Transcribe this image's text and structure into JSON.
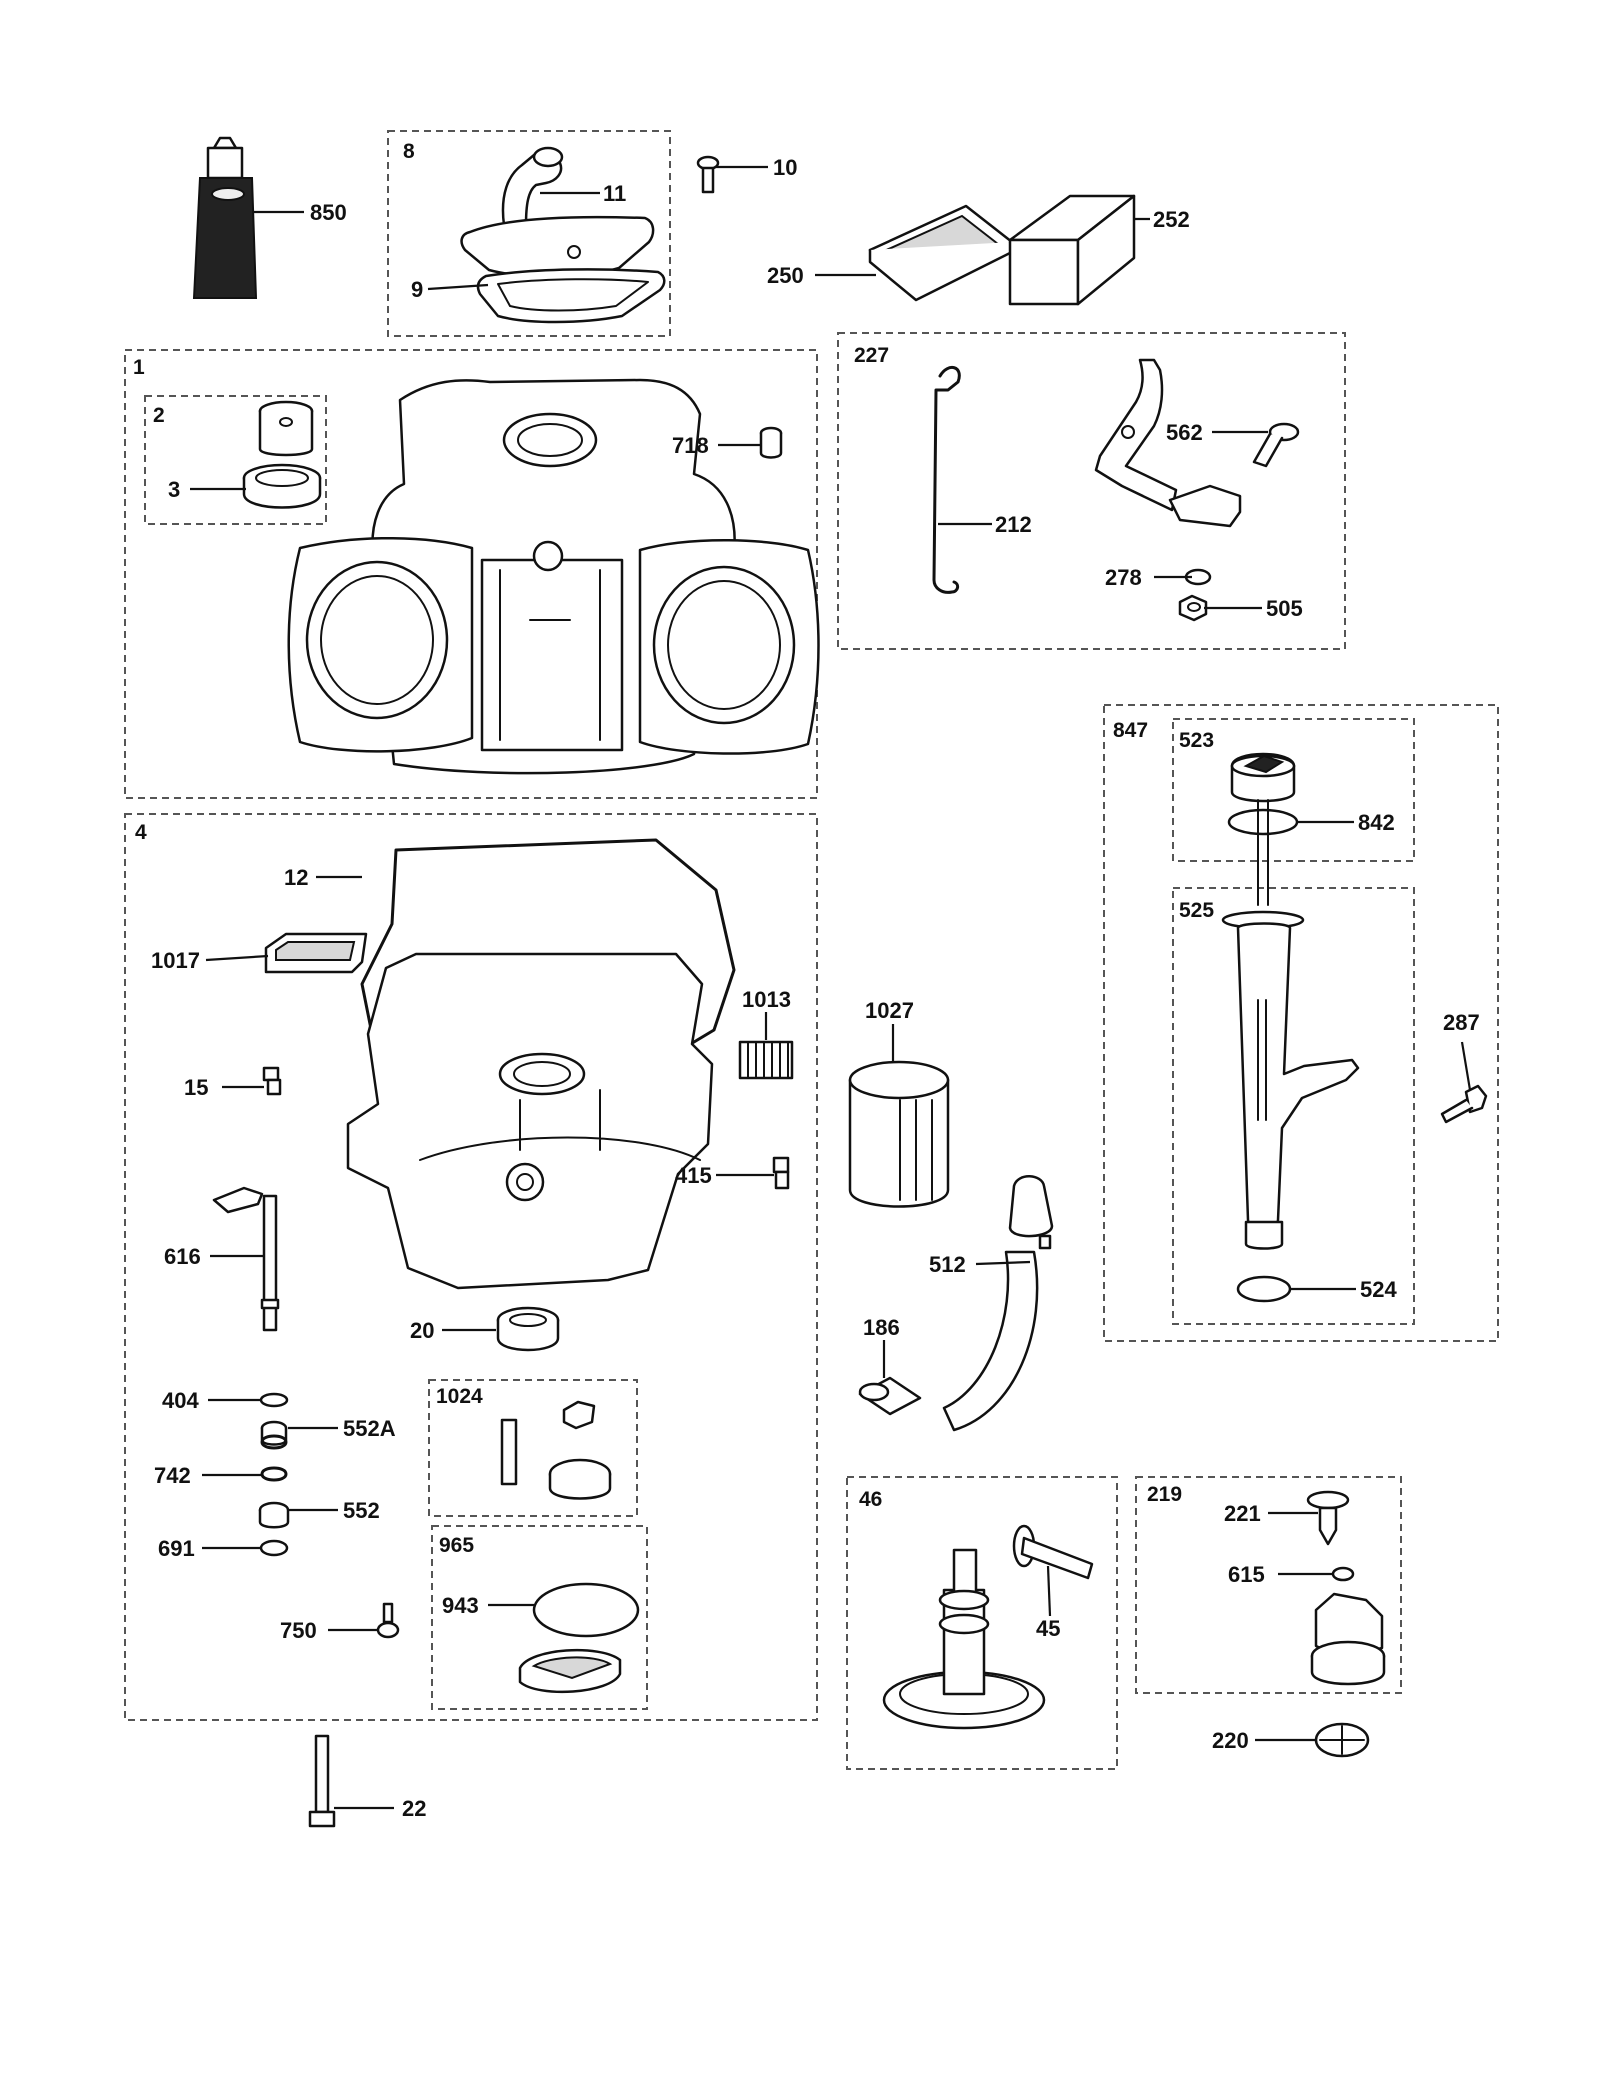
{
  "groups": {
    "g1": "1",
    "g2": "2",
    "g4": "4",
    "g8": "8",
    "g46": "46",
    "g219": "219",
    "g227": "227",
    "g523": "523",
    "g525": "525",
    "g847": "847",
    "g965": "965",
    "g1024": "1024"
  },
  "parts": {
    "p3": "3",
    "p9": "9",
    "p10": "10",
    "p11": "11",
    "p12": "12",
    "p15": "15",
    "p20": "20",
    "p22": "22",
    "p45": "45",
    "p186": "186",
    "p212": "212",
    "p220": "220",
    "p221": "221",
    "p250": "250",
    "p252": "252",
    "p278": "278",
    "p287": "287",
    "p404": "404",
    "p415": "415",
    "p505": "505",
    "p512": "512",
    "p524": "524",
    "p552": "552",
    "p552A": "552A",
    "p562": "562",
    "p615": "615",
    "p616": "616",
    "p691": "691",
    "p718": "718",
    "p742": "742",
    "p750": "750",
    "p842": "842",
    "p850": "850",
    "p943": "943",
    "p1013": "1013",
    "p1017": "1017",
    "p1027": "1027"
  }
}
